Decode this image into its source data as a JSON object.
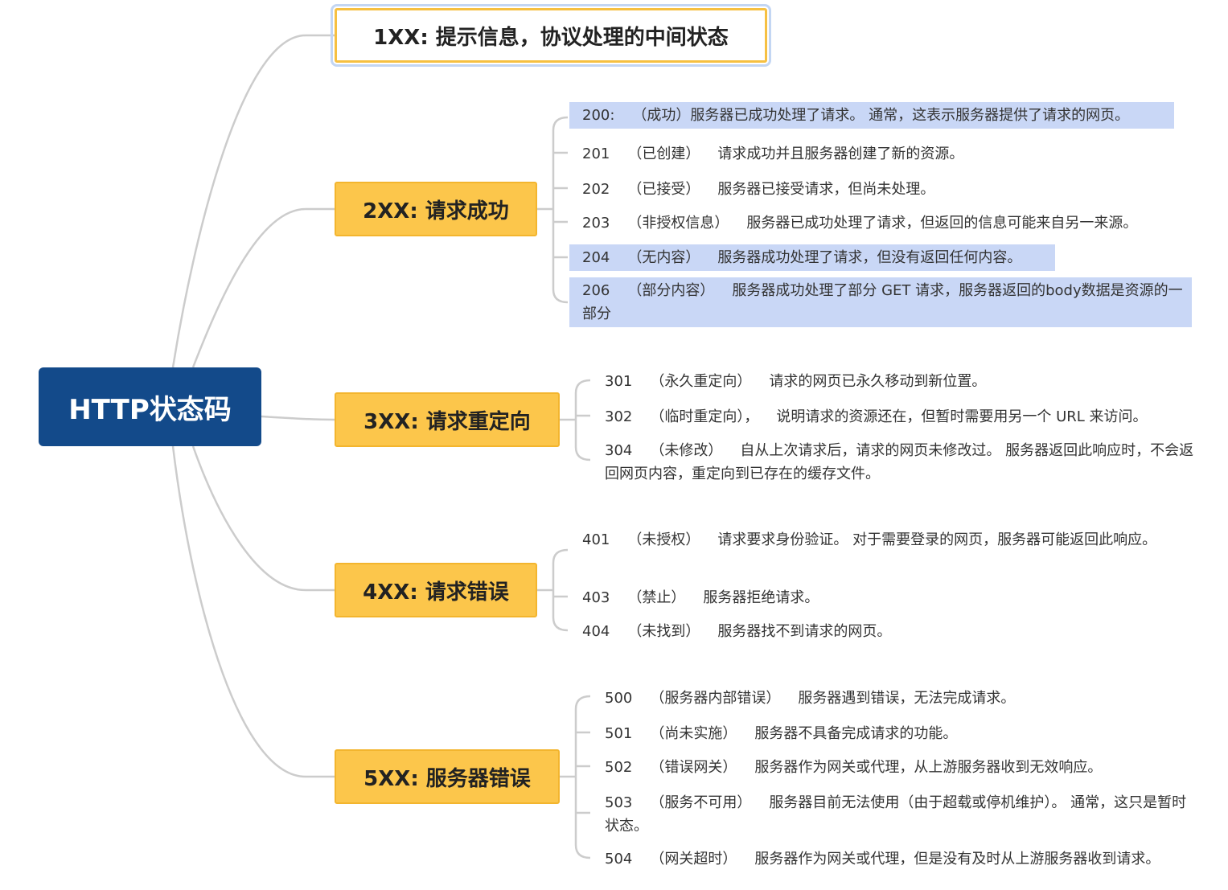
{
  "root": {
    "label": "HTTP状态码"
  },
  "categories": [
    {
      "label": "1XX: 提示信息，协议处理的中间状态",
      "items": []
    },
    {
      "label": "2XX: 请求成功",
      "items": [
        {
          "code": "200:",
          "tag": "（成功）",
          "desc": "服务器已成功处理了请求。 通常，这表示服务器提供了请求的网页。"
        },
        {
          "code": "201",
          "tag": "（已创建）",
          "desc": "请求成功并且服务器创建了新的资源。"
        },
        {
          "code": "202",
          "tag": "（已接受）",
          "desc": "服务器已接受请求，但尚未处理。"
        },
        {
          "code": "203",
          "tag": "（非授权信息）",
          "desc": "服务器已成功处理了请求，但返回的信息可能来自另一来源。"
        },
        {
          "code": "204",
          "tag": "（无内容）",
          "desc": "服务器成功处理了请求，但没有返回任何内容。"
        },
        {
          "code": "206",
          "tag": "（部分内容）",
          "desc": "服务器成功处理了部分 GET 请求，服务器返回的body数据是资源的一部分"
        }
      ]
    },
    {
      "label": "3XX: 请求重定向",
      "items": [
        {
          "code": "301",
          "tag": "（永久重定向）",
          "desc": "请求的网页已永久移动到新位置。"
        },
        {
          "code": "302",
          "tag": "（临时重定向），",
          "desc": "说明请求的资源还在，但暂时需要用另一个 URL 来访问。"
        },
        {
          "code": "304",
          "tag": "（未修改）",
          "desc": "自从上次请求后，请求的网页未修改过。 服务器返回此响应时，不会返回网页内容，重定向到已存在的缓存文件。"
        }
      ]
    },
    {
      "label": "4XX: 请求错误",
      "items": [
        {
          "code": "401",
          "tag": "（未授权）",
          "desc": "请求要求身份验证。 对于需要登录的网页，服务器可能返回此响应。"
        },
        {
          "code": "403",
          "tag": "（禁止）",
          "desc": "服务器拒绝请求。"
        },
        {
          "code": "404",
          "tag": "（未找到）",
          "desc": "服务器找不到请求的网页。"
        }
      ]
    },
    {
      "label": "5XX: 服务器错误",
      "items": [
        {
          "code": "500",
          "tag": "（服务器内部错误）",
          "desc": "服务器遇到错误，无法完成请求。"
        },
        {
          "code": "501",
          "tag": "（尚未实施）",
          "desc": "服务器不具备完成请求的功能。"
        },
        {
          "code": "502",
          "tag": "（错误网关）",
          "desc": "服务器作为网关或代理，从上游服务器收到无效响应。"
        },
        {
          "code": "503",
          "tag": "（服务不可用）",
          "desc": "服务器目前无法使用（由于超载或停机维护）。 通常，这只是暂时状态。"
        },
        {
          "code": "504",
          "tag": "（网关超时）",
          "desc": "服务器作为网关或代理，但是没有及时从上游服务器收到请求。"
        }
      ]
    }
  ],
  "colors": {
    "root_fill": "#134a8a",
    "category_fill": "#fcc64b",
    "highlight_fill": "#c9d7f6",
    "connector": "#cccccc"
  }
}
